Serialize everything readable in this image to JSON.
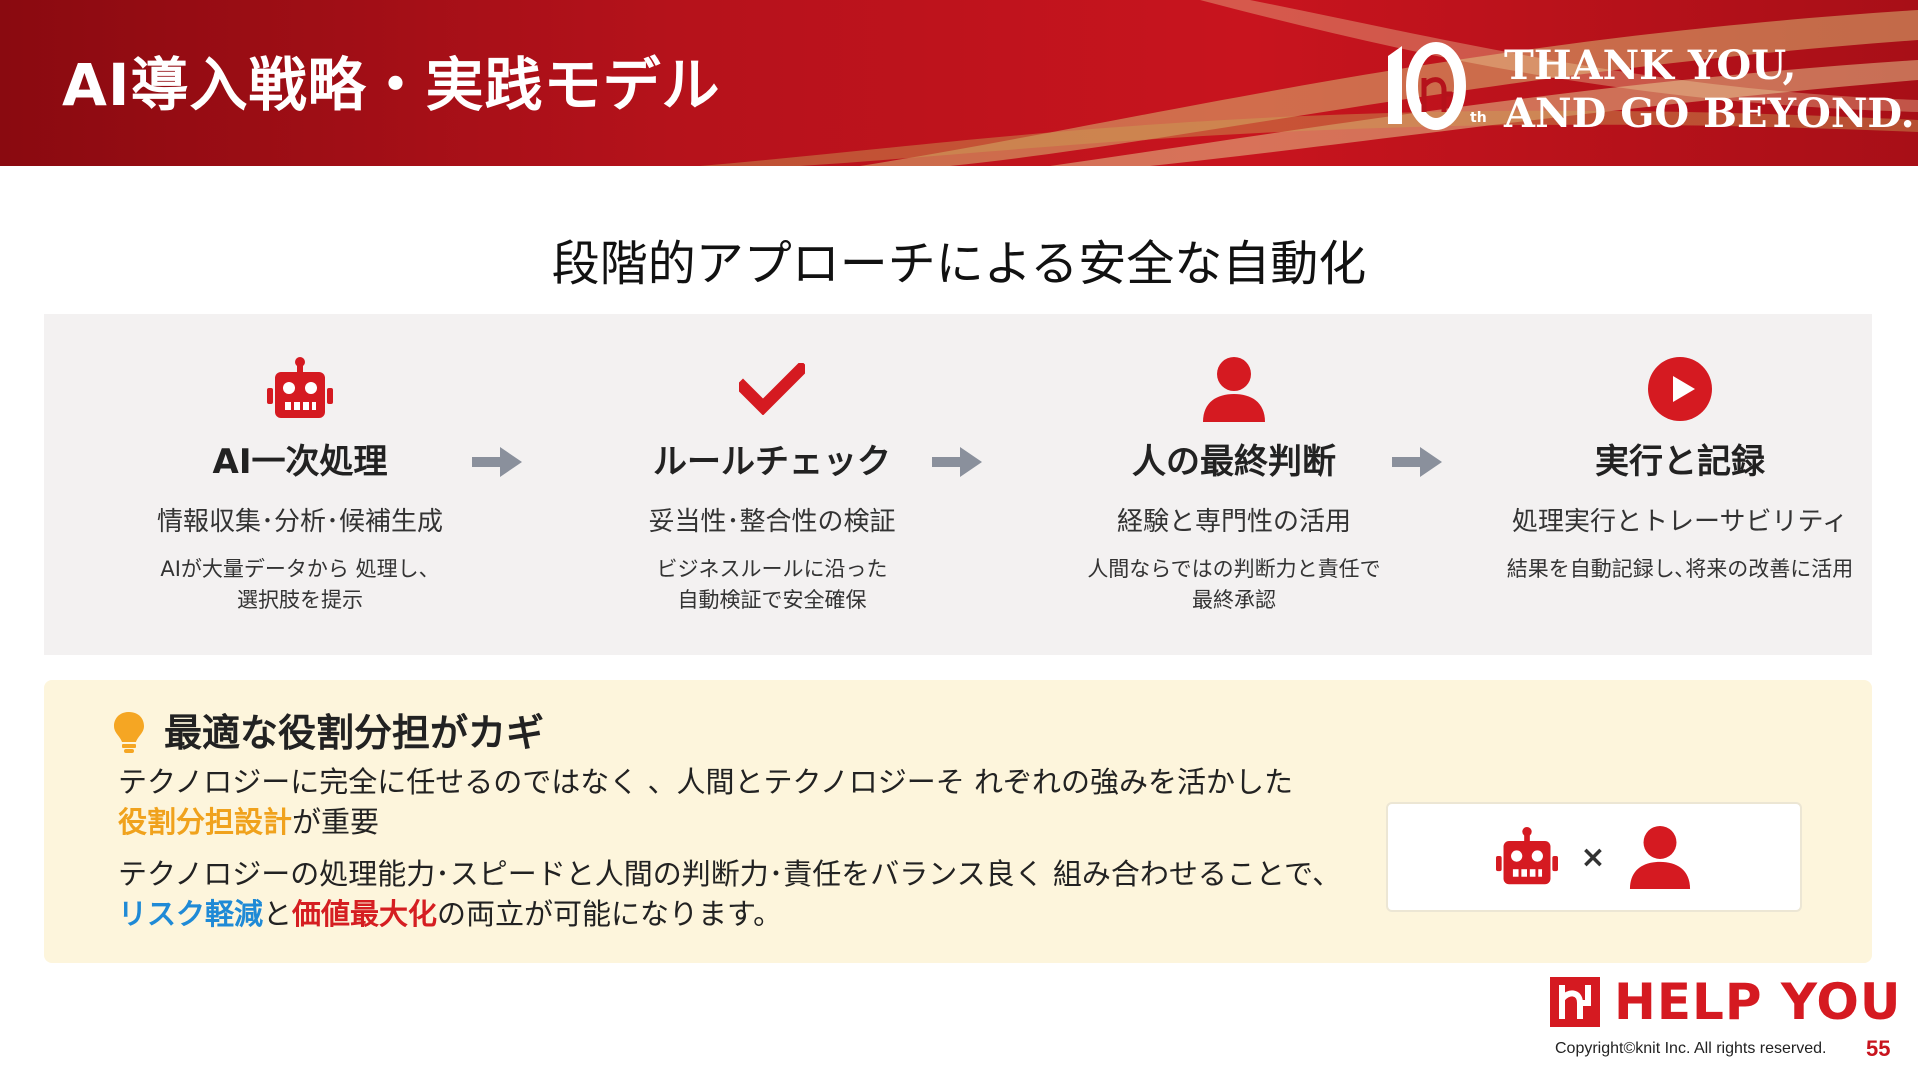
{
  "header": {
    "title": "AI導入戦略・実践モデル",
    "anniversary_logo": "10th",
    "tagline": [
      "THANK YOU,",
      "AND GO BEYOND."
    ]
  },
  "section_title": "段階的アプローチによる安全な自動化",
  "steps": [
    {
      "icon": "robot-icon",
      "title": "AI一次処理",
      "subtitle": "情報収集･分析･候補生成",
      "description": [
        "AIが大量データから 処理し、",
        "選択肢を提示"
      ]
    },
    {
      "icon": "checkmark-icon",
      "title": "ルールチェック",
      "subtitle": "妥当性･整合性の検証",
      "description": [
        "ビジネスルールに沿った",
        "自動検証で安全確保"
      ]
    },
    {
      "icon": "person-icon",
      "title": "人の最終判断",
      "subtitle": "経験と専門性の活用",
      "description": [
        "人間ならではの判断力と責任で",
        "最終承認"
      ]
    },
    {
      "icon": "play-icon",
      "title": "実行と記録",
      "subtitle": "処理実行とトレーサビリティ",
      "description": [
        "結果を自動記録し､将来の改善に活用"
      ]
    }
  ],
  "key_point": {
    "heading": "最適な役割分担がカギ",
    "para1": {
      "line1": "テクノロジーに完全に任せるのではなく 、人間とテクノロジーそ れぞれの強みを活かした",
      "highlight": "役割分担設計",
      "rest": "が重要"
    },
    "para2": {
      "line1": "テクノロジーの処理能力･スピードと人間の判断力･責任をバランス良く 組み合わせることで､",
      "highlight_blue": "リスク軽減",
      "connector": "と",
      "highlight_red": "価値最大化",
      "rest": "の両立が可能になります。"
    },
    "collab_symbol": "×"
  },
  "footer": {
    "brand": "HELP YOU",
    "copyright": "Copyright©knit Inc. All rights reserved.",
    "page_number": "55"
  },
  "colors": {
    "brand_red": "#d51a21",
    "highlight_orange": "#f0a21d",
    "highlight_blue": "#1f8ad6",
    "arrow_gray": "#8a909c",
    "panel_bg": "#f3f1f1",
    "key_bg": "#fdf5dc"
  }
}
